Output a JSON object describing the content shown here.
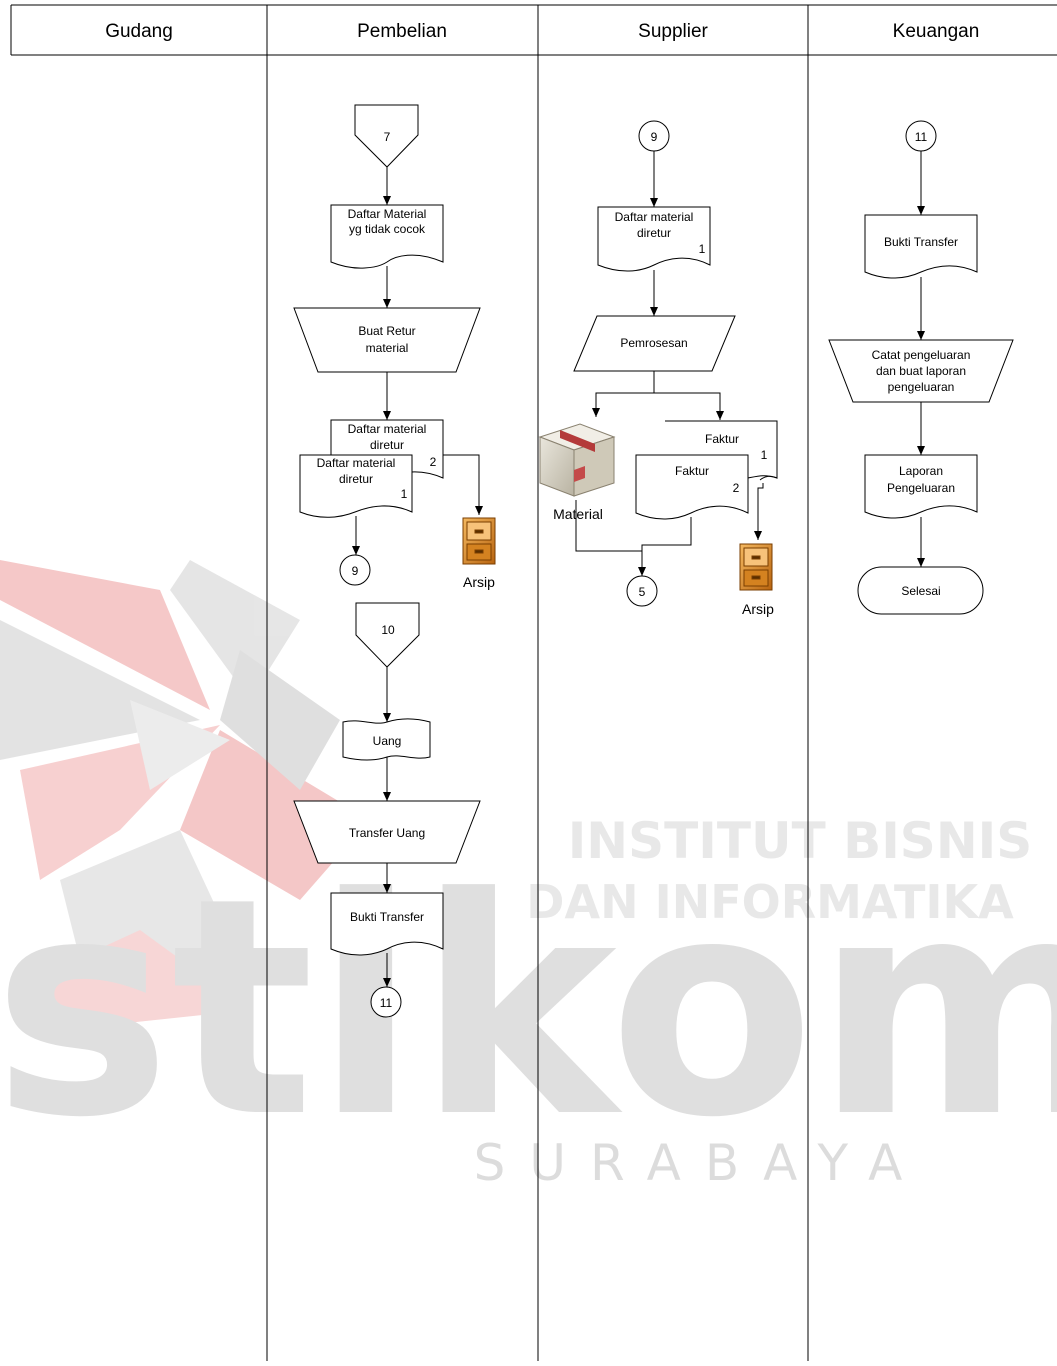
{
  "lanes": [
    "Gudang",
    "Pembelian",
    "Supplier",
    "Keuangan"
  ],
  "watermark": {
    "line1": "INSTITUT BISNIS",
    "line2": "DAN INFORMATIKA",
    "brand": "stikom",
    "city": "SURABAYA"
  },
  "pembelian": {
    "connector_in_top": "7",
    "doc_tidak_cocok": [
      "Daftar Material",
      "yg tidak cocok"
    ],
    "buat_retur": [
      "Buat Retur",
      "material"
    ],
    "doc_retur_back": [
      "Daftar material",
      "diretur"
    ],
    "doc_retur_back_num": "2",
    "doc_retur_front": [
      "Daftar material",
      "diretur"
    ],
    "doc_retur_front_num": "1",
    "connector_out_9": "9",
    "arsip_label": "Arsip",
    "connector_in_10": "10",
    "uang": "Uang",
    "transfer_uang": "Transfer Uang",
    "bukti_transfer": "Bukti Transfer",
    "connector_out_11": "11"
  },
  "supplier": {
    "connector_in_9": "9",
    "doc_diretur": [
      "Daftar material",
      "diretur"
    ],
    "doc_diretur_num": "1",
    "pemrosesan": "Pemrosesan",
    "material_label": "Material",
    "faktur_back": "Faktur",
    "faktur_back_num": "1",
    "faktur_front": "Faktur",
    "faktur_front_num": "2",
    "connector_out_5": "5",
    "arsip_label": "Arsip"
  },
  "keuangan": {
    "connector_in_11": "11",
    "bukti_transfer": "Bukti Transfer",
    "catat": [
      "Catat pengeluaran",
      "dan buat laporan",
      "pengeluaran"
    ],
    "laporan": [
      "Laporan",
      "Pengeluaran"
    ],
    "selesai": "Selesai"
  }
}
